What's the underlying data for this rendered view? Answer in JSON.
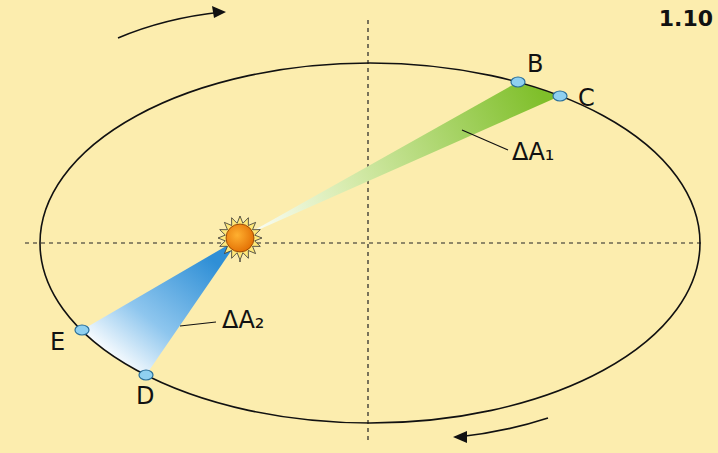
{
  "diagram": {
    "labels": [
      "1.10",
      "B",
      "C",
      "ΔA₁",
      "E",
      "D",
      "ΔA₂"
    ]
  }
}
